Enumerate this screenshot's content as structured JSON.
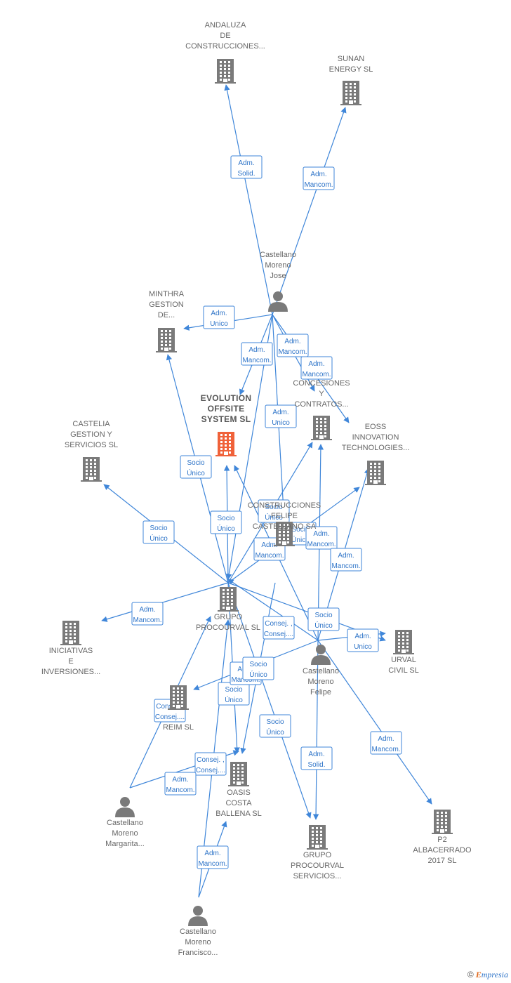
{
  "colors": {
    "edge": "#3f86d9",
    "label_text": "#2e74c8",
    "company_icon": "#7a7a7a",
    "person_icon": "#7a7a7a",
    "focus_icon": "#f0623a",
    "node_text": "#666666"
  },
  "nodes": [
    {
      "id": "andaluza",
      "type": "company",
      "lines": [
        "ANDALUZA",
        "DE",
        "CONSTRUCCIONES..."
      ]
    },
    {
      "id": "sunan",
      "type": "company",
      "lines": [
        "SUNAN",
        "ENERGY  SL"
      ]
    },
    {
      "id": "cmjose",
      "type": "person",
      "lines": [
        "Castellano",
        "Moreno",
        "Jose"
      ]
    },
    {
      "id": "minthra",
      "type": "company",
      "lines": [
        "MINTHRA",
        "GESTION",
        "DE..."
      ]
    },
    {
      "id": "evolution",
      "type": "focus",
      "lines": [
        "EVOLUTION",
        "OFFSITE",
        "SYSTEM  SL"
      ]
    },
    {
      "id": "concesiones",
      "type": "company",
      "lines": [
        "CONCESIONES",
        "Y",
        "CONTRATOS..."
      ]
    },
    {
      "id": "castelia",
      "type": "company",
      "lines": [
        "CASTELIA",
        "GESTION Y",
        "SERVICIOS  SL"
      ]
    },
    {
      "id": "eoss",
      "type": "company",
      "lines": [
        "EOSS",
        "INNOVATION",
        "TECHNOLOGIES..."
      ]
    },
    {
      "id": "construcciones",
      "type": "company",
      "lines": [
        "CONSTRUCCIONES",
        "FELIPE",
        "CASTELLANO SA"
      ]
    },
    {
      "id": "grupo",
      "type": "company",
      "lines": [
        "GRUPO",
        "PROCOURVAL SL"
      ]
    },
    {
      "id": "iniciativas",
      "type": "company",
      "lines": [
        "INICIATIVAS",
        "E",
        "INVERSIONES..."
      ]
    },
    {
      "id": "urval",
      "type": "company",
      "lines": [
        "URVAL",
        "CIVIL SL"
      ]
    },
    {
      "id": "cmfelipe",
      "type": "person",
      "lines": [
        "Castellano",
        "Moreno",
        "Felipe"
      ]
    },
    {
      "id": "reim",
      "type": "company",
      "lines": [
        "REIM  SL"
      ]
    },
    {
      "id": "oasis",
      "type": "company",
      "lines": [
        "OASIS",
        "COSTA",
        "BALLENA SL"
      ]
    },
    {
      "id": "cmmargarita",
      "type": "person",
      "lines": [
        "Castellano",
        "Moreno",
        "Margarita..."
      ]
    },
    {
      "id": "p2",
      "type": "company",
      "lines": [
        "P2",
        "ALBACERRADO",
        "2017  SL"
      ]
    },
    {
      "id": "gpservicios",
      "type": "company",
      "lines": [
        "GRUPO",
        "PROCOURVAL",
        "SERVICIOS..."
      ]
    },
    {
      "id": "cmfrancisco",
      "type": "person",
      "lines": [
        "Castellano",
        "Moreno",
        "Francisco..."
      ]
    }
  ],
  "edges": [
    {
      "from": "cmjose",
      "to": "andaluza",
      "label": [
        "Adm.",
        "Solid."
      ]
    },
    {
      "from": "cmjose",
      "to": "sunan",
      "label": [
        "Adm.",
        "Mancom."
      ]
    },
    {
      "from": "cmjose",
      "to": "minthra",
      "label": [
        "Adm.",
        "Unico"
      ]
    },
    {
      "from": "cmjose",
      "to": "evolution",
      "label": [
        "Adm.",
        "Mancom."
      ]
    },
    {
      "from": "cmjose",
      "to": "concesiones",
      "label": [
        "Adm.",
        "Mancom."
      ]
    },
    {
      "from": "cmjose",
      "to": "eoss",
      "label": [
        "Adm.",
        "Mancom."
      ]
    },
    {
      "from": "cmjose",
      "to": "construcciones",
      "label": [
        "Adm.",
        "Unico"
      ]
    },
    {
      "from": "grupo",
      "to": "minthra",
      "label": [
        "Socio",
        "Único"
      ]
    },
    {
      "from": "grupo",
      "to": "evolution",
      "label": [
        "Socio",
        "Único"
      ]
    },
    {
      "from": "grupo",
      "to": "castelia",
      "label": [
        "Socio",
        "Único"
      ]
    },
    {
      "from": "grupo",
      "to": "concesiones",
      "label": [
        "Socio",
        "Único"
      ]
    },
    {
      "from": "grupo",
      "to": "eoss",
      "label": [
        "Socio",
        "Único"
      ]
    },
    {
      "from": "grupo",
      "to": "iniciativas",
      "label": [
        "Adm.",
        "Mancom."
      ]
    },
    {
      "from": "grupo",
      "to": "urval",
      "label": [
        "Socio",
        "Único"
      ]
    },
    {
      "from": "grupo",
      "to": "oasis",
      "label": [
        "Socio",
        "Único"
      ]
    },
    {
      "from": "grupo",
      "to": "gpservicios",
      "label": [
        "Socio",
        "Único"
      ]
    },
    {
      "from": "cmfelipe",
      "to": "evolution",
      "label": [
        "Adm.",
        "Mancom."
      ]
    },
    {
      "from": "cmfelipe",
      "to": "concesiones",
      "label": [
        "Adm.",
        "Mancom."
      ]
    },
    {
      "from": "cmfelipe",
      "to": "eoss",
      "label": [
        "Adm.",
        "Mancom."
      ]
    },
    {
      "from": "cmfelipe",
      "to": "urval",
      "label": [
        "Adm.",
        "Unico"
      ]
    },
    {
      "from": "cmfelipe",
      "to": "reim",
      "label": [
        "Adm.",
        "Mancom."
      ]
    },
    {
      "from": "cmfelipe",
      "to": "p2",
      "label": [
        "Adm.",
        "Mancom."
      ]
    },
    {
      "from": "cmfelipe",
      "to": "gpservicios",
      "label": [
        "Adm.",
        "Solid."
      ]
    },
    {
      "from": "cmjose",
      "to": "grupo",
      "label": [
        "Consej. ,",
        "Consej...."
      ]
    },
    {
      "from": "cmfelipe",
      "to": "grupo",
      "label": [
        "Consej. ,",
        "Consej...."
      ]
    },
    {
      "from": "cmmargarita",
      "to": "grupo",
      "label": [
        "Consej. ,",
        "Consej...."
      ]
    },
    {
      "from": "cmfrancisco",
      "to": "grupo",
      "label": [
        "Consej. ,",
        "Consej...."
      ]
    },
    {
      "from": "cmmargarita",
      "to": "oasis",
      "label": [
        "Adm.",
        "Mancom."
      ]
    },
    {
      "from": "cmfrancisco",
      "to": "oasis",
      "label": [
        "Adm.",
        "Mancom."
      ]
    },
    {
      "from": "construcciones",
      "to": "oasis",
      "label": [
        "Socio",
        "Único"
      ]
    }
  ],
  "footer": {
    "copyright": "©",
    "brand_initial": "E",
    "brand_rest": "mpresia"
  }
}
